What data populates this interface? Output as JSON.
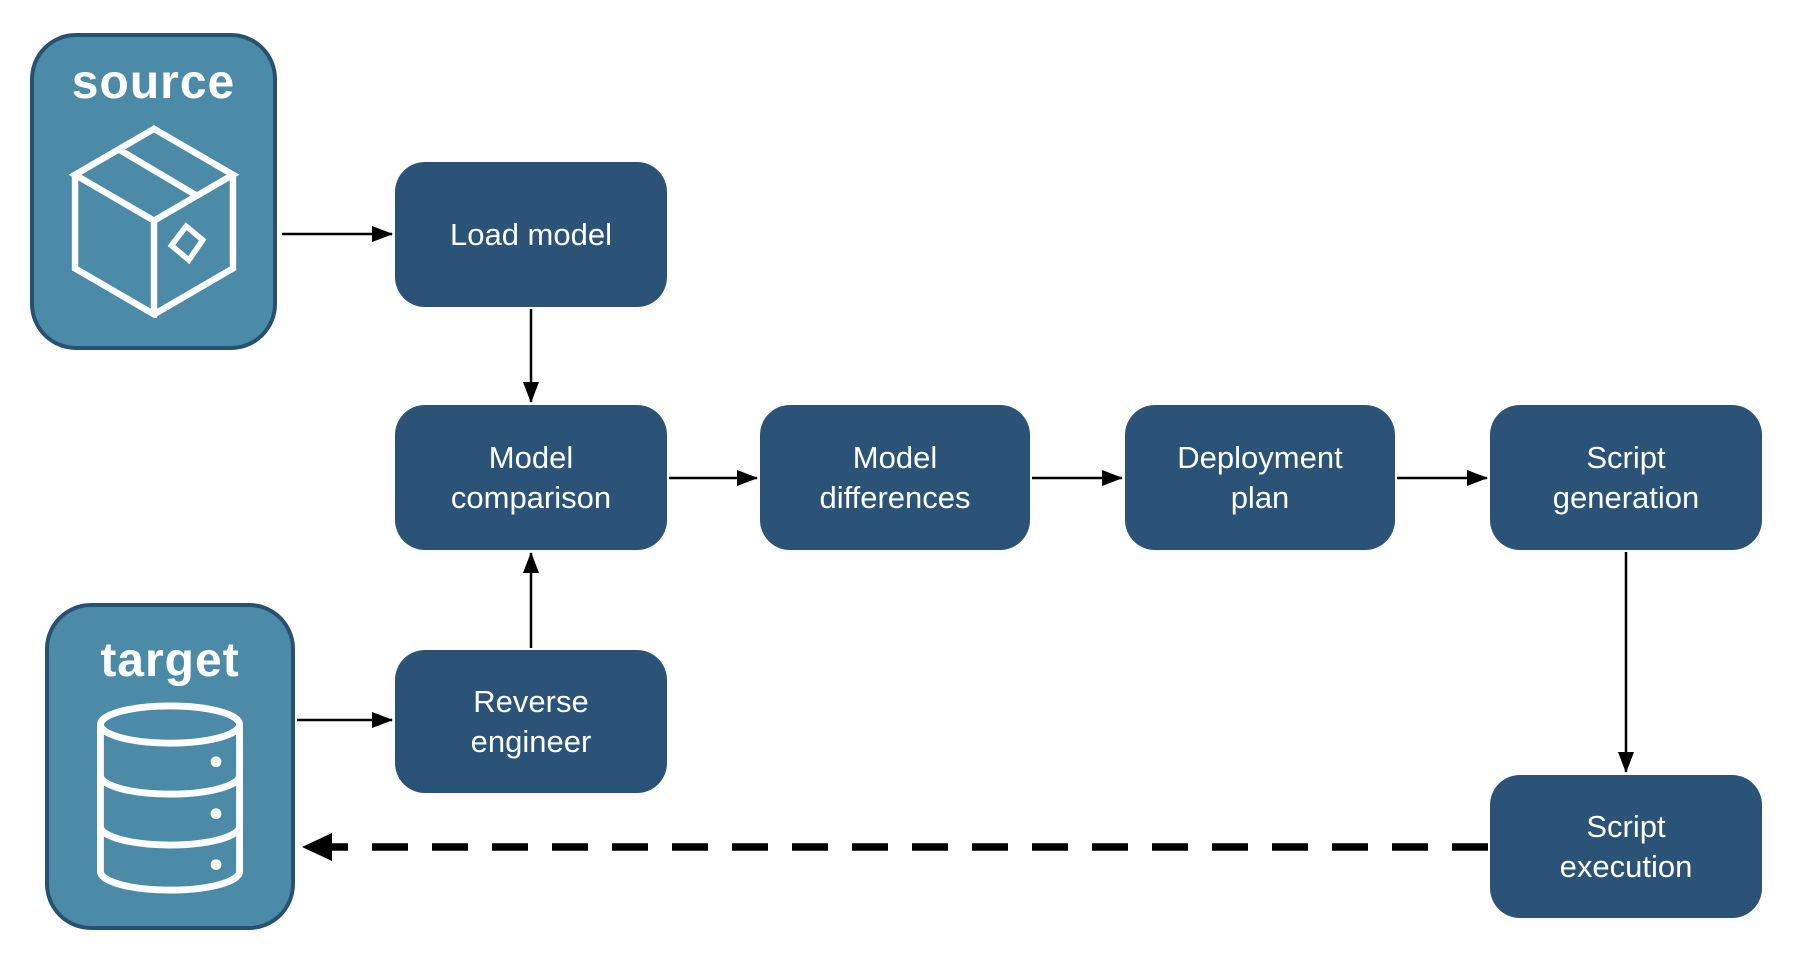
{
  "diagram": {
    "endpoints": [
      {
        "label": "source",
        "icon": "package-icon"
      },
      {
        "label": "target",
        "icon": "database-icon"
      }
    ],
    "nodes": [
      {
        "label": "Load model"
      },
      {
        "label": "Model comparison"
      },
      {
        "label": "Model differences"
      },
      {
        "label": "Deployment plan"
      },
      {
        "label": "Script generation"
      },
      {
        "label": "Script execution"
      },
      {
        "label": "Reverse engineer"
      }
    ],
    "edges": [
      {
        "from": "source",
        "to": "Load model",
        "style": "solid"
      },
      {
        "from": "Load model",
        "to": "Model comparison",
        "style": "solid"
      },
      {
        "from": "Model comparison",
        "to": "Model differences",
        "style": "solid"
      },
      {
        "from": "Model differences",
        "to": "Deployment plan",
        "style": "solid"
      },
      {
        "from": "Deployment plan",
        "to": "Script generation",
        "style": "solid"
      },
      {
        "from": "Script generation",
        "to": "Script execution",
        "style": "solid"
      },
      {
        "from": "target",
        "to": "Reverse engineer",
        "style": "solid"
      },
      {
        "from": "Reverse engineer",
        "to": "Model comparison",
        "style": "solid"
      },
      {
        "from": "Script execution",
        "to": "target",
        "style": "dashed"
      }
    ],
    "colors": {
      "node_fill": "#2A5377",
      "endpoint_fill": "#4B8BA8",
      "endpoint_border": "#27516F",
      "label_text": "#FFFFFF",
      "arrow": "#000000",
      "background": "#FFFFFF"
    }
  }
}
